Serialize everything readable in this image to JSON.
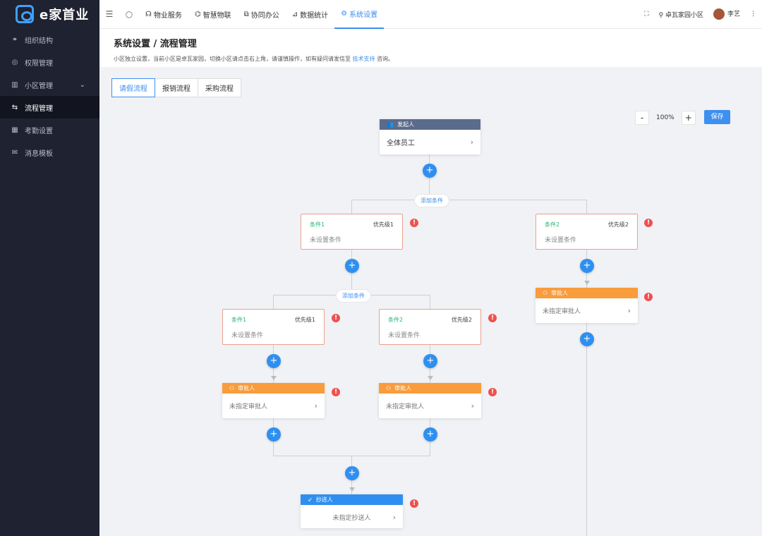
{
  "brand": {
    "name": "e家首业"
  },
  "sidebar": {
    "items": [
      {
        "label": "组织结构",
        "icon": "org-icon",
        "active": false
      },
      {
        "label": "权限管理",
        "icon": "permission-icon",
        "active": false
      },
      {
        "label": "小区管理",
        "icon": "building-icon",
        "active": false,
        "expandable": true
      },
      {
        "label": "流程管理",
        "icon": "flow-icon",
        "active": true
      },
      {
        "label": "考勤设置",
        "icon": "calendar-icon",
        "active": false
      },
      {
        "label": "消息模板",
        "icon": "mail-icon",
        "active": false
      }
    ]
  },
  "topbar": {
    "nav": [
      {
        "label": "物业服务",
        "active": false
      },
      {
        "label": "智慧物联",
        "active": false
      },
      {
        "label": "协同办公",
        "active": false
      },
      {
        "label": "数据统计",
        "active": false
      },
      {
        "label": "系统设置",
        "active": true
      }
    ],
    "community": "卓瓦家园小区",
    "user": "李艺"
  },
  "header": {
    "title": "系统设置 / 流程管理",
    "desc_prefix": "小区独立设置，当前小区是卓瓦家园，切换小区请点击右上角，请谨慎操作，如有疑问请发信至",
    "desc_link": "技术支持",
    "desc_suffix": "咨询。"
  },
  "tabs": [
    {
      "label": "请假流程",
      "active": true
    },
    {
      "label": "报销流程",
      "active": false
    },
    {
      "label": "采购流程",
      "active": false
    }
  ],
  "zoom": {
    "minus": "-",
    "level": "100%",
    "plus": "+",
    "save_label": "保存"
  },
  "flow": {
    "starter": {
      "title": "发起人",
      "value": "全体员工"
    },
    "add_condition": "添加条件",
    "conditions": [
      {
        "name": "条件1",
        "priority": "优先级1",
        "value": "未设置条件"
      },
      {
        "name": "条件2",
        "priority": "优先级2",
        "value": "未设置条件"
      }
    ],
    "approver": {
      "title": "审批人",
      "value": "未指定审批人"
    },
    "cc": {
      "title": "抄送人",
      "value": "未指定抄送人"
    }
  },
  "colors": {
    "accent": "#3d8ff0",
    "sidebar": "#1f2230",
    "approver": "#f89c3c",
    "starter": "#5b6b8c",
    "error": "#f05050",
    "condition": "#2bb673"
  }
}
